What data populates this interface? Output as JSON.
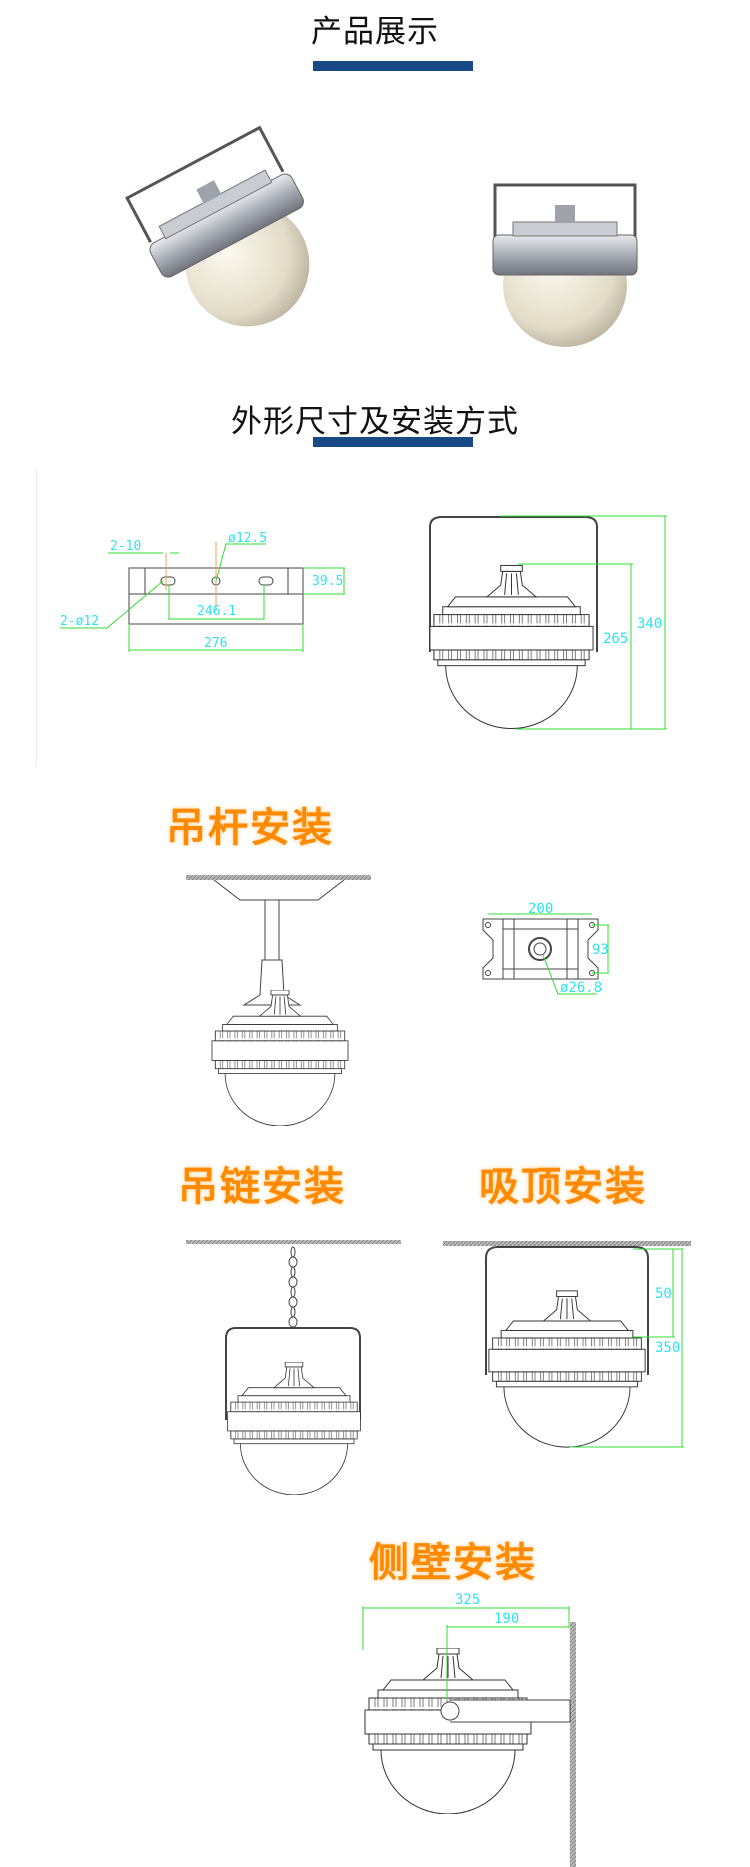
{
  "sections": {
    "product_display": "产品展示",
    "dimensions": "外形尺寸及安装方式"
  },
  "colors": {
    "title_bar": "#1a4a85",
    "install_title": "#ff8a00",
    "dimension_text": "#2ee3f0",
    "dimension_line": "#33dd33"
  },
  "bracket_drawing": {
    "slot": "2-10",
    "center_hole": "ø12.5",
    "height": "39.5",
    "holes": "2-ø12",
    "hole_spacing": "246.1",
    "width": "276"
  },
  "lamp_drawing": {
    "body_height": "265",
    "total_height": "340"
  },
  "installs": {
    "pole": "吊杆安装",
    "chain": "吊链安装",
    "ceiling": "吸顶安装",
    "wall": "侧壁安装"
  },
  "plate": {
    "width": "200",
    "height": "93",
    "hole": "ø26.8"
  },
  "ceiling": {
    "gap": "50",
    "total": "350"
  },
  "wall": {
    "total": "325",
    "arm": "190"
  }
}
